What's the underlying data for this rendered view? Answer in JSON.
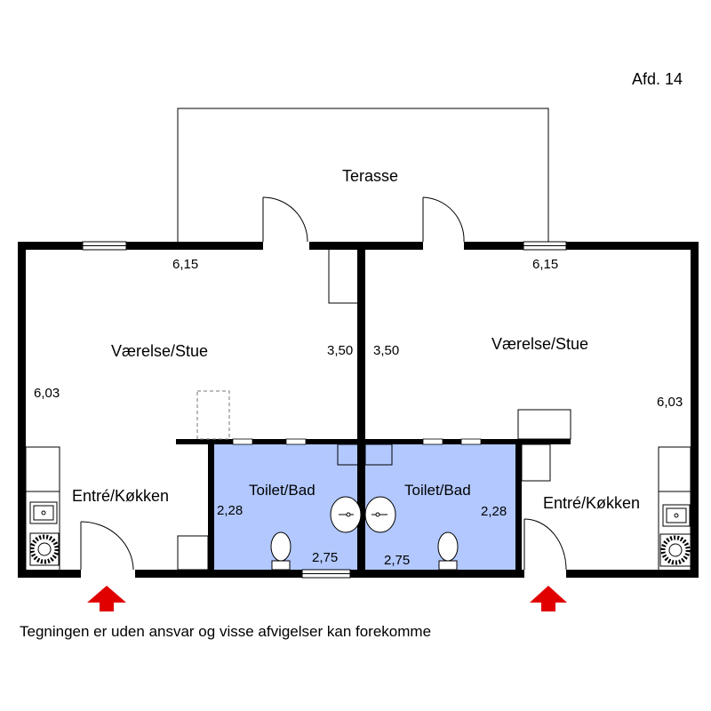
{
  "header": {
    "section_label": "Afd. 14"
  },
  "terrace": {
    "label": "Terasse"
  },
  "left_unit": {
    "room_label": "Værelse/Stue",
    "width_label": "6,15",
    "depth_label": "6,03",
    "divider_label": "3,50",
    "kitchen_label": "Entré/Køkken",
    "bath_label": "Toilet/Bad",
    "bath_height_label": "2,28",
    "bath_width_label": "2,75"
  },
  "right_unit": {
    "room_label": "Værelse/Stue",
    "width_label": "6,15",
    "depth_label": "6,03",
    "divider_label": "3,50",
    "kitchen_label": "Entré/Køkken",
    "bath_label": "Toilet/Bad",
    "bath_height_label": "2,28",
    "bath_width_label": "2,75"
  },
  "entrance_markers": {
    "color": "#e00000"
  },
  "colors": {
    "bathroom_fill": "#b2c8ff",
    "walls": "#000000"
  },
  "footer": {
    "disclaimer": "Tegningen er uden ansvar og visse afvigelser kan forekomme"
  }
}
